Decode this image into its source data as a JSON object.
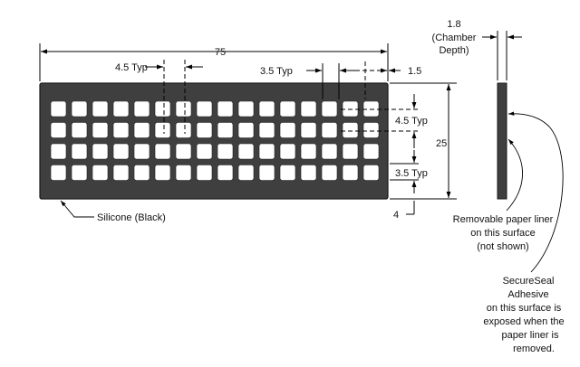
{
  "drawing": {
    "colors": {
      "part": "#3f3f3f",
      "outline": "#1a1a1a",
      "hole": "#ffffff",
      "line": "#000000"
    },
    "grid": {
      "rows": 4,
      "cols": 16
    },
    "dims": {
      "overall_length": "75",
      "pitch_x": "4.5 Typ",
      "hole_x": "3.5 Typ",
      "edge_x": "1.5",
      "height": "25",
      "pitch_y": "4.5 Typ",
      "hole_y": "3.5 Typ",
      "edge_y": "4",
      "chamber_value": "1.8",
      "chamber_line1": "(Chamber",
      "chamber_line2": "Depth)"
    },
    "labels": {
      "material": "Silicone (Black)",
      "liner": [
        "Removable paper liner",
        "on this surface",
        "(not shown)"
      ],
      "adhesive": [
        "SecureSeal",
        "Adhesive",
        "on this surface is",
        "exposed when the",
        "paper liner is",
        "removed."
      ]
    }
  }
}
